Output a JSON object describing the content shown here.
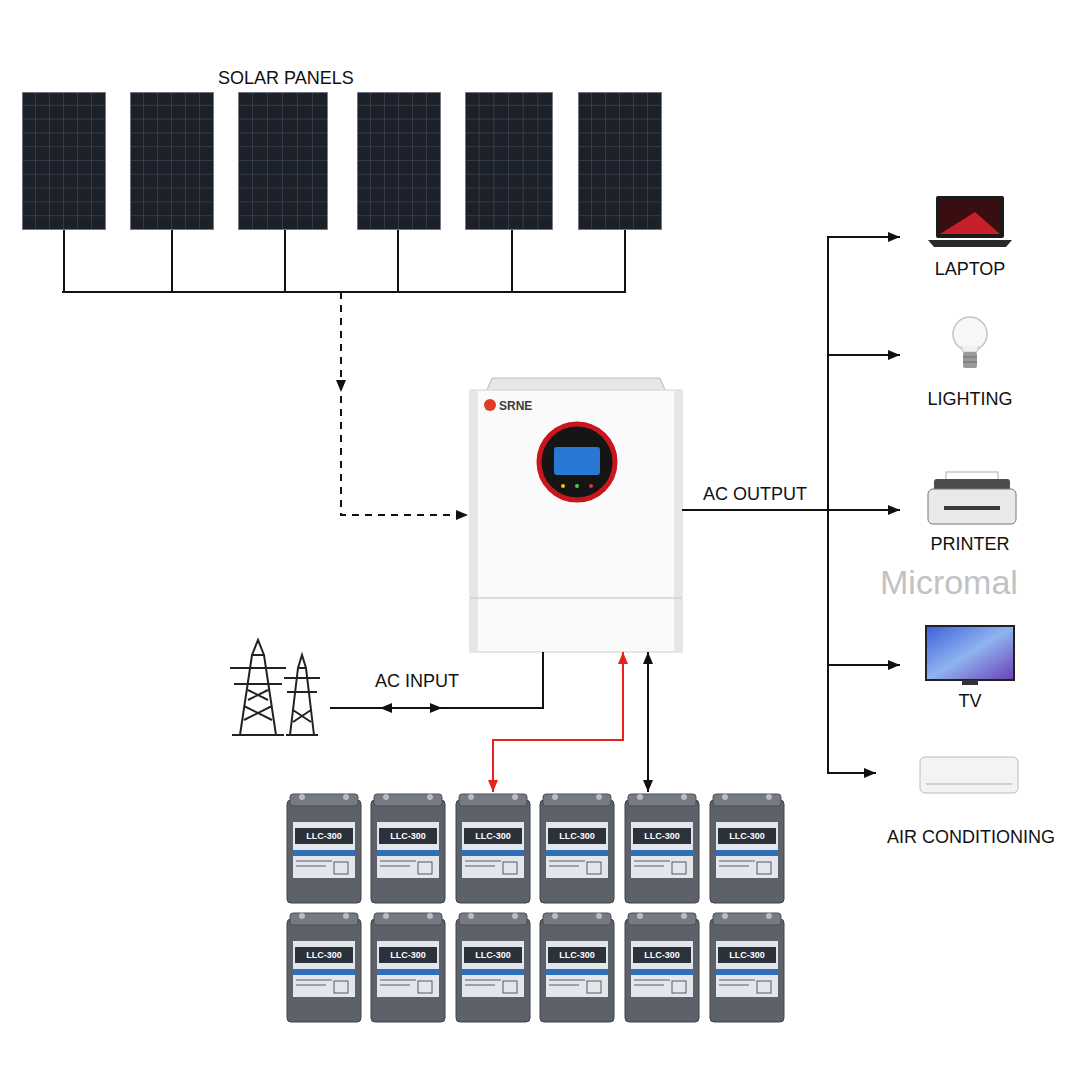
{
  "diagram": {
    "nodes": [
      {
        "text": [
          "SOLAR PANELS"
        ]
      },
      {
        "text": [
          "SRNE"
        ]
      },
      {
        "text": [
          "LAPTOP"
        ]
      },
      {
        "text": [
          "LIGHTING"
        ]
      },
      {
        "text": [
          "PRINTER"
        ]
      },
      {
        "text": [
          "TV"
        ]
      },
      {
        "text": [
          "AIR CONDITIONING"
        ]
      },
      {
        "text": [
          "LLC-300"
        ]
      },
      {
        "text": [
          "LLC-300"
        ]
      },
      {
        "text": [
          "LLC-300"
        ]
      },
      {
        "text": [
          "LLC-300"
        ]
      },
      {
        "text": [
          "LLC-300"
        ]
      },
      {
        "text": [
          "LLC-300"
        ]
      },
      {
        "text": [
          "LLC-300"
        ]
      },
      {
        "text": [
          "LLC-300"
        ]
      },
      {
        "text": [
          "LLC-300"
        ]
      },
      {
        "text": [
          "LLC-300"
        ]
      },
      {
        "text": [
          "LLC-300"
        ]
      },
      {
        "text": [
          "LLC-300"
        ]
      }
    ],
    "edges": [
      {
        "from": 0,
        "to": 1,
        "arrow": "to"
      },
      {
        "from": 1,
        "to": 2,
        "arrow": "to"
      },
      {
        "from": 1,
        "to": 3,
        "arrow": "to"
      },
      {
        "from": 1,
        "to": 4,
        "label": "AC OUTPUT",
        "arrow": "to"
      },
      {
        "from": 1,
        "to": 5,
        "arrow": "to"
      },
      {
        "from": 1,
        "to": 6,
        "arrow": "to"
      },
      {
        "from": 1,
        "to": 9,
        "arrow": "both"
      },
      {
        "from": 1,
        "to": 11,
        "arrow": "both"
      }
    ],
    "labels": [
      "AC INPUT",
      "Micromal"
    ]
  }
}
